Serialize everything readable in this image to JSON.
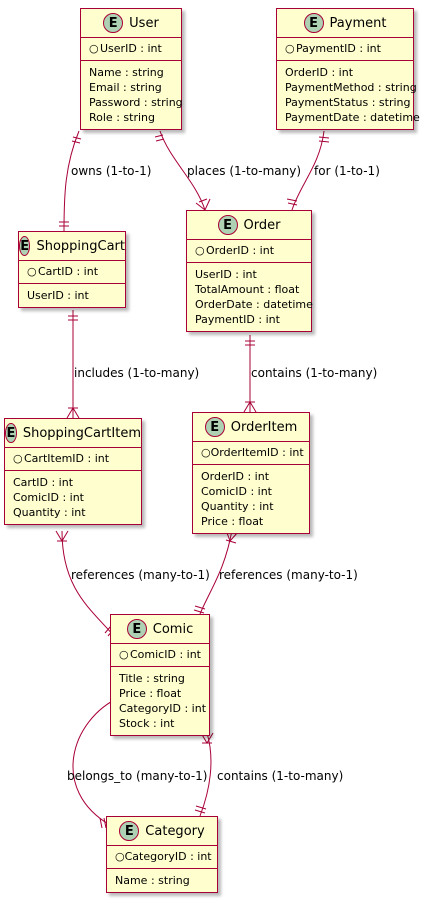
{
  "entities": {
    "user": {
      "name": "User",
      "badge": "E",
      "pk": "UserID : int",
      "attrs": [
        "Name : string",
        "Email : string",
        "Password : string",
        "Role : string"
      ]
    },
    "payment": {
      "name": "Payment",
      "badge": "E",
      "pk": "PaymentID : int",
      "attrs": [
        "OrderID : int",
        "PaymentMethod : string",
        "PaymentStatus : string",
        "PaymentDate : datetime"
      ]
    },
    "shoppingcart": {
      "name": "ShoppingCart",
      "badge": "E",
      "pk": "CartID : int",
      "attrs": [
        "UserID : int"
      ]
    },
    "order": {
      "name": "Order",
      "badge": "E",
      "pk": "OrderID : int",
      "attrs": [
        "UserID : int",
        "TotalAmount : float",
        "OrderDate : datetime",
        "PaymentID : int"
      ]
    },
    "shoppingcartitem": {
      "name": "ShoppingCartItem",
      "badge": "E",
      "pk": "CartItemID : int",
      "attrs": [
        "CartID : int",
        "ComicID : int",
        "Quantity : int"
      ]
    },
    "orderitem": {
      "name": "OrderItem",
      "badge": "E",
      "pk": "OrderItemID : int",
      "attrs": [
        "OrderID : int",
        "ComicID : int",
        "Quantity : int",
        "Price : float"
      ]
    },
    "comic": {
      "name": "Comic",
      "badge": "E",
      "pk": "ComicID : int",
      "attrs": [
        "Title : string",
        "Price : float",
        "CategoryID : int",
        "Stock : int"
      ]
    },
    "category": {
      "name": "Category",
      "badge": "E",
      "pk": "CategoryID : int",
      "attrs": [
        "Name : string"
      ]
    }
  },
  "relations": {
    "user_cart": "owns (1-to-1)",
    "user_order": "places (1-to-many)",
    "payment_order": "for (1-to-1)",
    "cart_item": "includes (1-to-many)",
    "order_item": "contains (1-to-many)",
    "cartitem_comic": "references (many-to-1)",
    "orderitem_comic": "references (many-to-1)",
    "comic_category_belongs": "belongs_to (many-to-1)",
    "comic_category_contains": "contains (1-to-many)"
  },
  "colors": {
    "entity_fill": "#FEFECE",
    "border": "#A80036",
    "badge_fill": "#ADD1B2"
  }
}
